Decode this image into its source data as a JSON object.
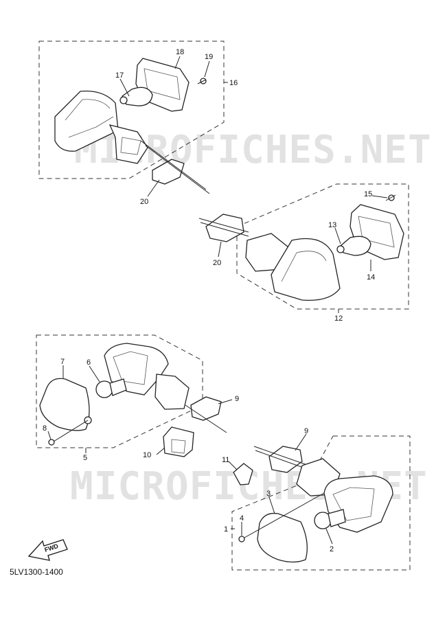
{
  "watermark": "MICROFICHES.NET",
  "diagram_code": "5LV1300-1400",
  "fwd_label": "FWD",
  "callouts": {
    "c1": "1",
    "c2": "2",
    "c3": "3",
    "c4": "4",
    "c5": "5",
    "c6": "6",
    "c7": "7",
    "c8": "8",
    "c9a": "9",
    "c9b": "9",
    "c10": "10",
    "c11": "11",
    "c12": "12",
    "c13": "13",
    "c14": "14",
    "c15": "15",
    "c16": "16",
    "c17": "17",
    "c18": "18",
    "c19": "19",
    "c20a": "20",
    "c20b": "20"
  }
}
